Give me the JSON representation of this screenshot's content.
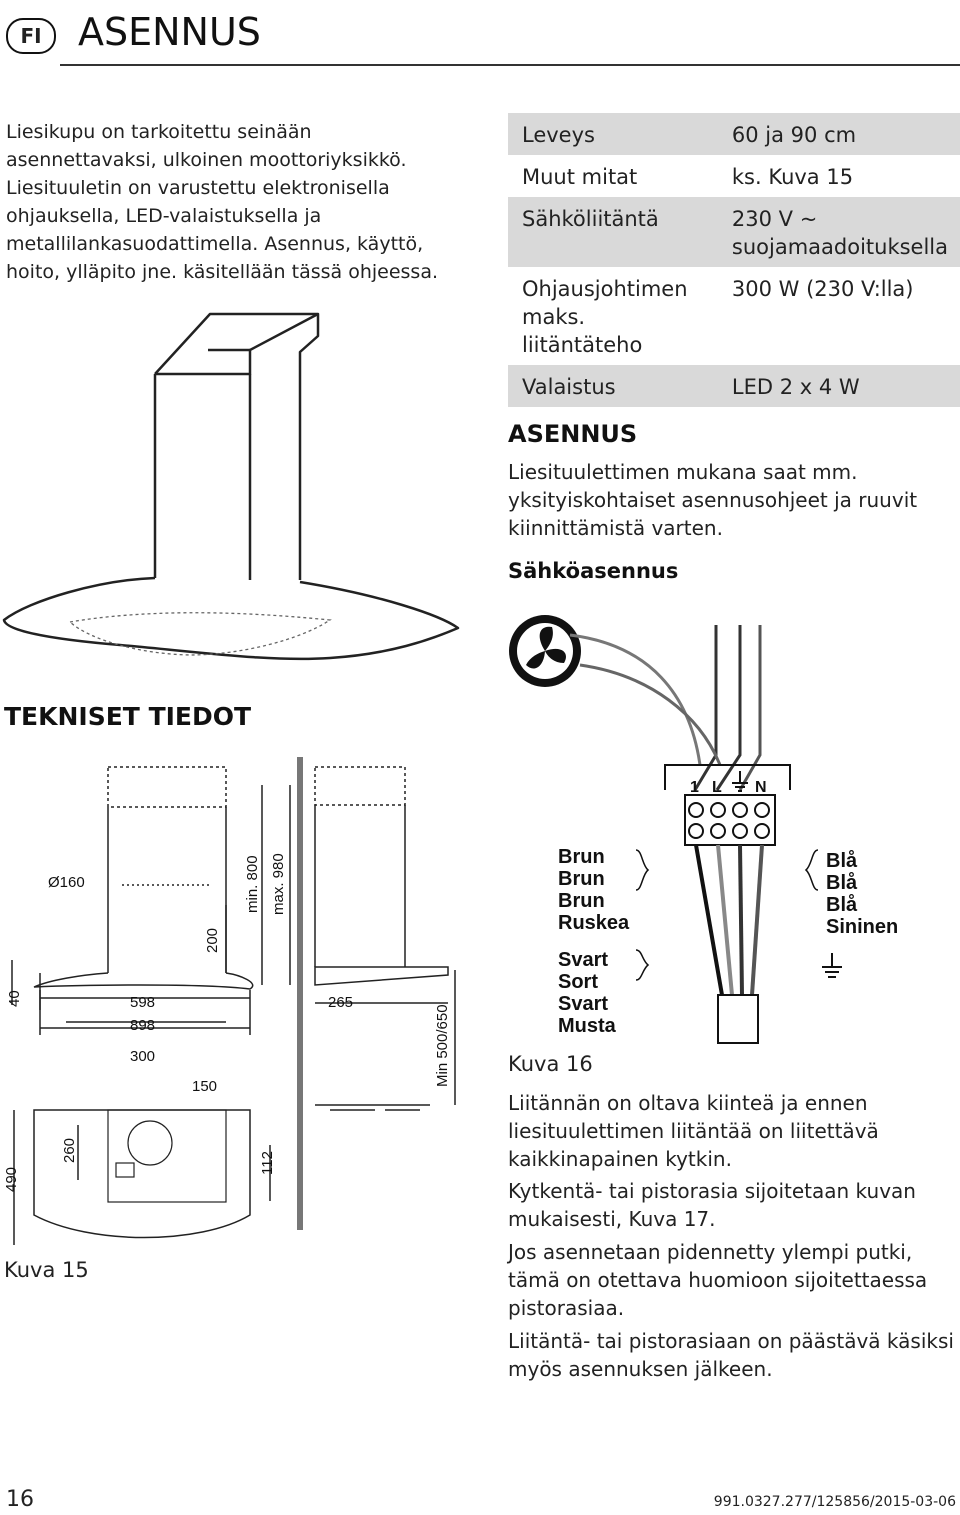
{
  "header": {
    "lang_badge": "FI",
    "title": "ASENNUS"
  },
  "intro": "Liesikupu on tarkoitettu seinään asennettavaksi, ulkoinen moottoriyksikkö. Liesituuletin on varustettu elektronisella ohjauksella, LED-valaistuksella ja metallilankasuodattimella. Asennus, käyttö, hoito, ylläpito jne. käsitellään tässä ohjeessa.",
  "specs": [
    {
      "label": "Leveys",
      "value": "60 ja 90 cm"
    },
    {
      "label": "Muut mitat",
      "value": "ks. Kuva 15"
    },
    {
      "label": "Sähköliitäntä",
      "value": "230 V ~ suojamaadoituksella"
    },
    {
      "label": "Ohjausjohtimen maks. liitäntäteho",
      "value": "300 W (230 V:lla)"
    },
    {
      "label": "Valaistus",
      "value": "LED 2 x 4 W"
    }
  ],
  "asennus": {
    "heading": "ASENNUS",
    "text": "Liesituulettimen mukana saat mm. yksityiskohtaiset asennusohjeet ja ruuvit kiinnittämistä varten.",
    "sub_heading": "Sähköasennus"
  },
  "tech_heading": "TEKNISET TIEDOT",
  "dimensions": {
    "d160": "Ø160",
    "min800": "min. 800",
    "max980": "max. 980",
    "h200": "200",
    "h40": "40",
    "w598": "598",
    "w898": "898",
    "w300": "300",
    "w150": "150",
    "d265": "265",
    "min500": "Min 500/650",
    "d490": "490",
    "d260": "260",
    "d112": "112"
  },
  "fig15_caption": "Kuva 15",
  "wiring": {
    "terminals": {
      "t1": "1",
      "tL": "L",
      "tN": "N"
    },
    "brown": [
      "Brun",
      "Brun",
      "Brun",
      "Ruskea"
    ],
    "black": [
      "Svart",
      "Sort",
      "Svart",
      "Musta"
    ],
    "blue": [
      "Blå",
      "Blå",
      "Blå",
      "Sininen"
    ]
  },
  "fig16_caption": "Kuva 16",
  "notes": [
    "Liitännän on oltava kiinteä ja ennen liesituulettimen liitäntää on liitettävä kaikkinapainen kytkin.",
    "Kytkentä- tai pistorasia sijoitetaan kuvan mukaisesti, Kuva 17.",
    "Jos asennetaan pidennetty ylempi putki, tämä on otettava huomioon sijoitettaessa pistorasiaa.",
    "Liitäntä- tai pistorasiaan on päästävä käsiksi myös asennuksen jälkeen."
  ],
  "footer": {
    "page": "16",
    "doc_code": "991.0327.277/125856/2015-03-06"
  }
}
